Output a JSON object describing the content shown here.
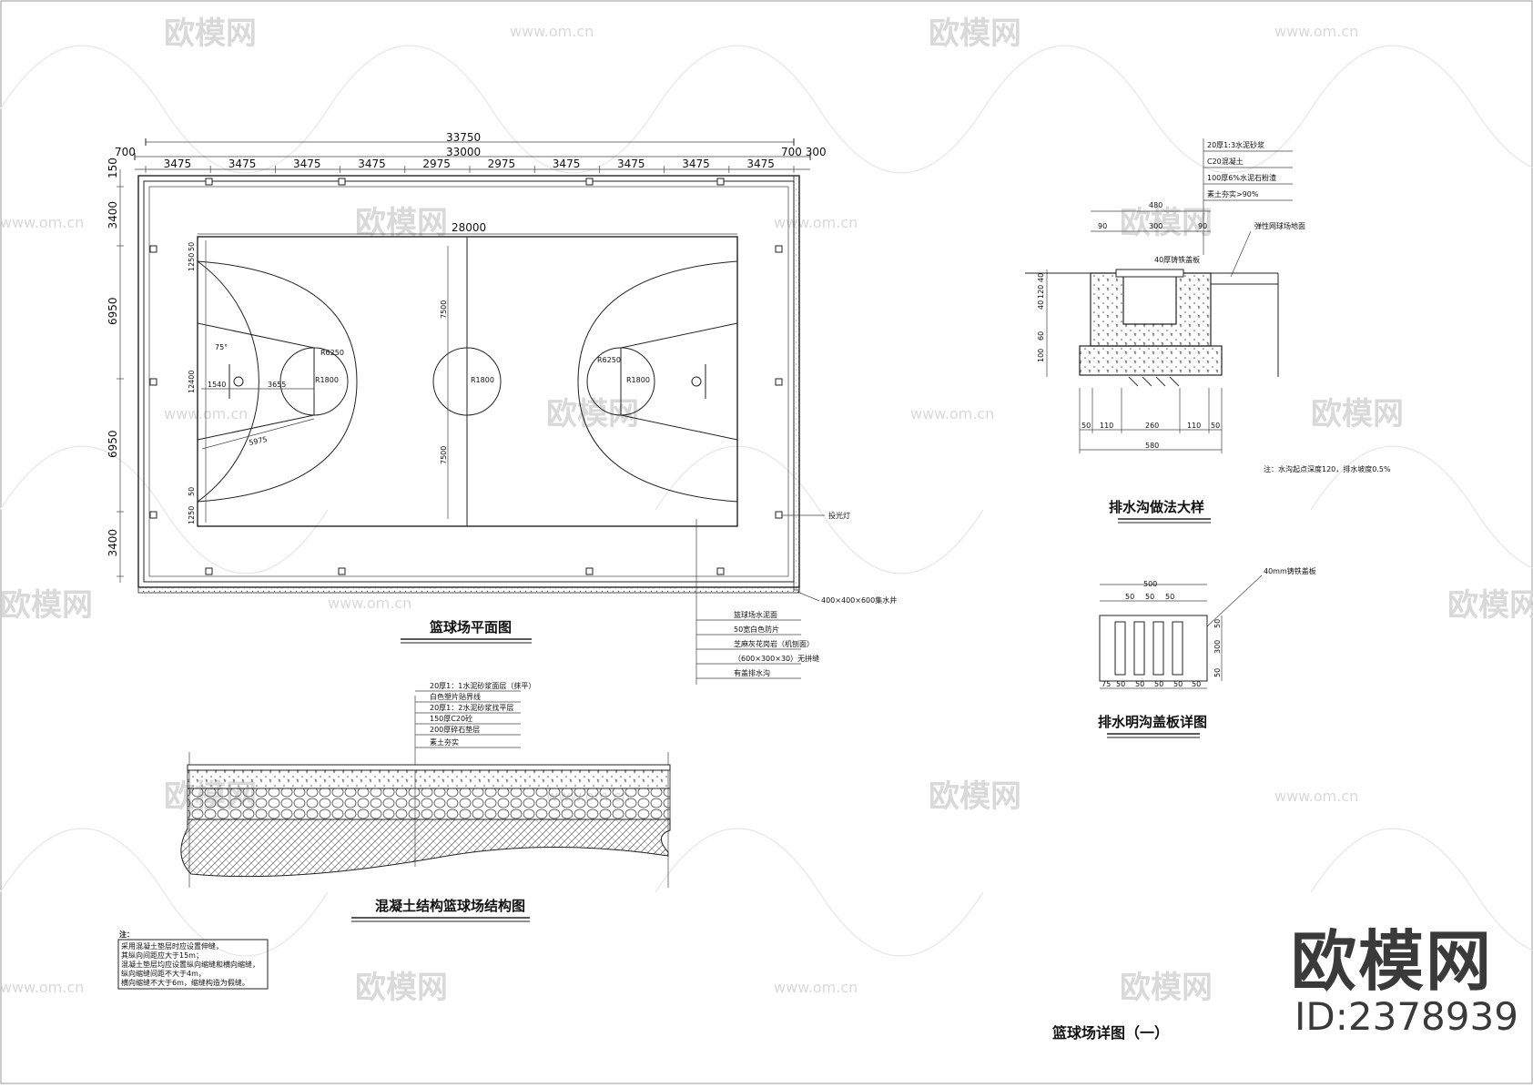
{
  "watermark": {
    "logo_text": "欧模网",
    "url_text": "www.om.cn"
  },
  "brand": {
    "name": "欧模网",
    "id": "ID:2378939"
  },
  "sheet_title": "篮球场详图（一）",
  "plan": {
    "title": "篮球场平面图",
    "dims_top_total": "33750",
    "dims_top_inner": "33000",
    "dims_top_left": "700",
    "dims_top_right": "700 300",
    "dims_top_segments": [
      "3475",
      "3475",
      "3475",
      "3475",
      "2975",
      "2975",
      "3475",
      "3475",
      "3475",
      "3475"
    ],
    "dims_left_segments": [
      "3400",
      "6950",
      "6950",
      "3400"
    ],
    "dim_left_top": "150",
    "court_length": "28000",
    "inner_dims": {
      "a": "50",
      "b": "1250",
      "c": "1250",
      "d": "50",
      "e": "12400",
      "f": "7500",
      "g": "7500"
    },
    "key_dims": {
      "r_center": "R1800",
      "r_ft_left": "R1800",
      "r_ft_right": "R1800",
      "r6250_left": "R6250",
      "r6250_right": "R6250",
      "d1540": "1540",
      "d3655": "3655",
      "d5975": "5975",
      "ang": "75°"
    },
    "callout_light": "投光灯",
    "callout_well": "400×400×600集水井",
    "legend_items": [
      "篮球场水泥面",
      "50宽白色防片",
      "芝麻灰花岗岩（机刨面）",
      "（600×300×30）无拼缝",
      "有盖排水沟"
    ]
  },
  "drain": {
    "title": "排水沟做法大样",
    "layers": [
      "20厚1:3水泥砂浆",
      "C20混凝土",
      "100厚6%水泥石粉渣",
      "素土夯实>90%"
    ],
    "top_dims": {
      "total": "480",
      "a": "90",
      "b": "300",
      "c": "90"
    },
    "label_ground": "弹性网球场地面",
    "label_cover": "40厚铸铁盖板",
    "side_dims": [
      "40",
      "40",
      "120",
      "60",
      "100"
    ],
    "bottom_dims": [
      "50",
      "110",
      "260",
      "110",
      "50"
    ],
    "bottom_total": "580",
    "note": "注：水沟起点深度120，排水坡度0.5%"
  },
  "cover": {
    "title": "排水明沟盖板详图",
    "label": "40mm铸铁盖板",
    "top_total": "500",
    "top_dims": [
      "50",
      "50",
      "50"
    ],
    "side_dims": [
      "50",
      "300",
      "50"
    ],
    "bottom_dims": [
      "75",
      "50",
      "50",
      "50",
      "50",
      "50"
    ]
  },
  "section": {
    "title": "混凝土结构篮球场结构图",
    "layers": [
      "20厚1：1水泥砂浆面层（抹平）",
      "白色塑片贴界线",
      "20厚1：2水泥砂浆找平层",
      "150厚C20砼",
      "200厚碎石垫层",
      "素土夯实"
    ]
  },
  "notes": {
    "heading": "注：",
    "lines": [
      "采用混凝土垫层时应设置伸缝，",
      "其纵向间距应大于15m；",
      "混凝土垫层均应设置纵向缩缝和横向缩缝，",
      "纵向缩缝间距不大于4m，",
      "横向缩缝不大于6m，缩缝构造为假缝。"
    ]
  }
}
